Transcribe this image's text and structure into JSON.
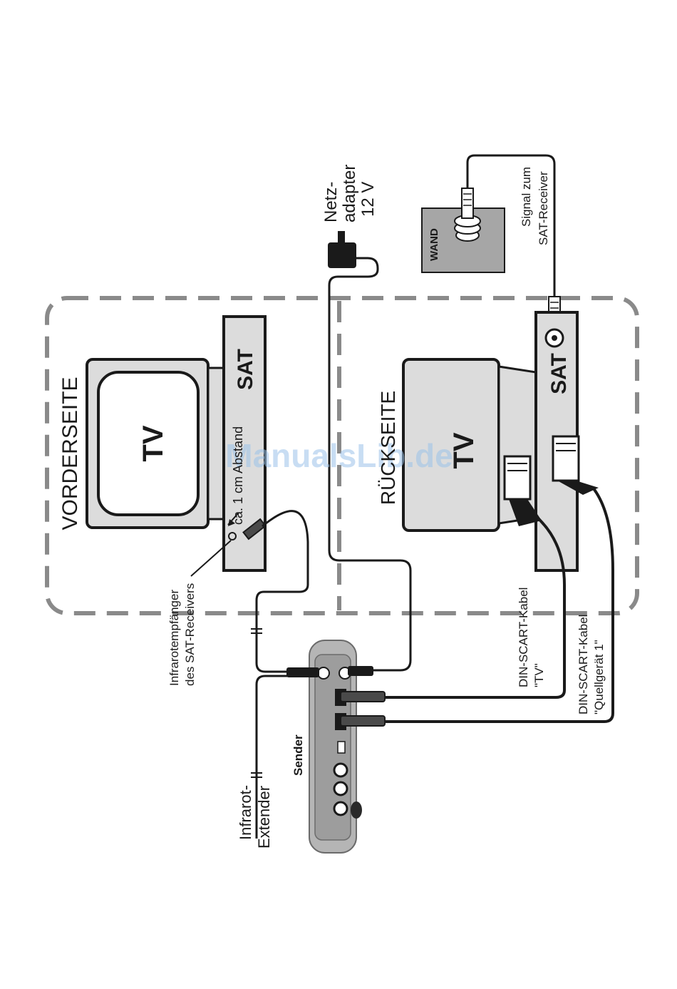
{
  "labels": {
    "vorderseite": "VORDERSEITE",
    "rueckseite": "RÜCKSEITE",
    "tv_front": "TV",
    "tv_back": "TV",
    "sat_front": "SAT",
    "sat_back": "SAT",
    "abstand": "ca. 1 cm Abstand",
    "infrarot_empfaenger_1": "Infrarotempfänger",
    "infrarot_empfaenger_2": "des SAT-Receivers",
    "netzadapter_1": "Netz-",
    "netzadapter_2": "adapter",
    "netzadapter_3": "12 V",
    "wand": "WAND",
    "signal_1": "Signal zum",
    "signal_2": "SAT-Receiver",
    "din_scart_tv_1": "DIN-SCART-Kabel",
    "din_scart_tv_2": "\"TV\"",
    "din_scart_q_1": "DIN-SCART-Kabel",
    "din_scart_q_2": "\"Quellgerät 1\"",
    "sender": "Sender",
    "infrarot_ext_1": "Infrarot-",
    "infrarot_ext_2": "Extender",
    "watermark": "ManualsLib.de"
  },
  "colors": {
    "dashed_border": "#8a8a8a",
    "device_fill": "#dcdcdc",
    "cable": "#1a1a1a",
    "wall_fill": "#a6a6a6",
    "sender_fill": "#b5b5b5"
  }
}
